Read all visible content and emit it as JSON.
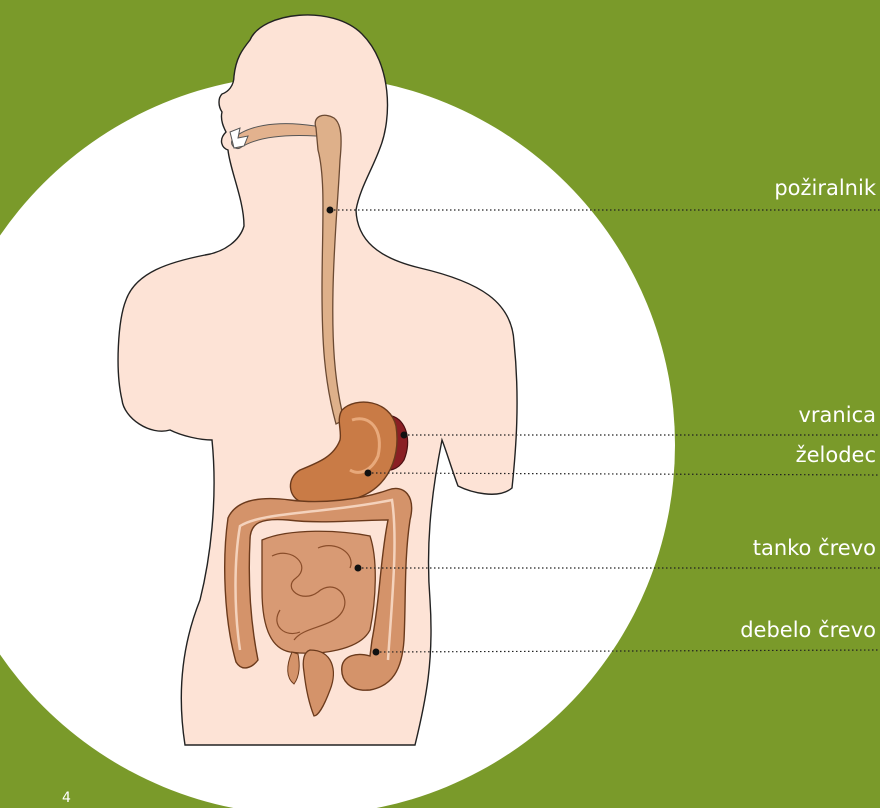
{
  "labels": {
    "esophagus": "požiralnik",
    "spleen": "vranica",
    "stomach": "želodec",
    "small_intestine": "tanko črevo",
    "large_intestine": "debelo črevo"
  },
  "page_number": "4",
  "colors": {
    "background": "#7a9a2a",
    "circle": "#ffffff",
    "skin": "#fde3d6",
    "esophagus": "#deb08a",
    "stomach": "#c97b46",
    "spleen": "#8a1f24",
    "intestine": "#d4936a",
    "label_text": "#ffffff"
  }
}
